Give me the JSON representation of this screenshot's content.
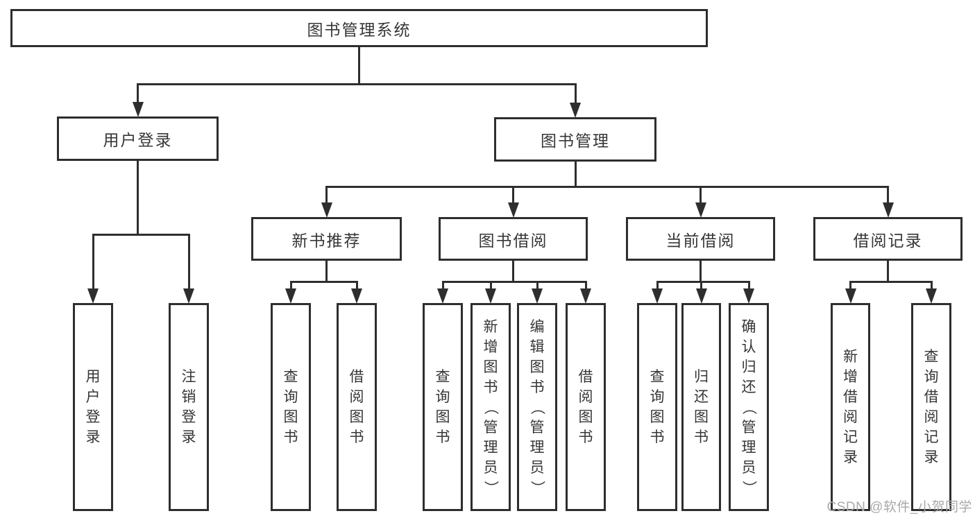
{
  "diagram_title": "图书管理系统",
  "tree": {
    "id": "library-system",
    "label": "图书管理系统",
    "children": [
      {
        "id": "user-login",
        "label": "用户登录",
        "children": [
          {
            "id": "ul-user-login",
            "label": "用户登录"
          },
          {
            "id": "ul-logout",
            "label": "注销登录"
          }
        ]
      },
      {
        "id": "book-mgmt",
        "label": "图书管理",
        "children": [
          {
            "id": "new-book-recommend",
            "label": "新书推荐",
            "children": [
              {
                "id": "nbr-query-book",
                "label": "查询图书"
              },
              {
                "id": "nbr-borrow-book",
                "label": "借阅图书"
              }
            ]
          },
          {
            "id": "book-borrow",
            "label": "图书借阅",
            "children": [
              {
                "id": "bb-query-book",
                "label": "查询图书"
              },
              {
                "id": "bb-add-book",
                "label": "新增图书（管理员）"
              },
              {
                "id": "bb-edit-book",
                "label": "编辑图书（管理员）"
              },
              {
                "id": "bb-borrow-book",
                "label": "借阅图书"
              }
            ]
          },
          {
            "id": "current-borrow",
            "label": "当前借阅",
            "children": [
              {
                "id": "cb-query-book",
                "label": "查询图书"
              },
              {
                "id": "cb-return-book",
                "label": "归还图书"
              },
              {
                "id": "cb-confirm-return",
                "label": "确认归还（管理员）"
              }
            ]
          },
          {
            "id": "borrow-records",
            "label": "借阅记录",
            "children": [
              {
                "id": "br-add-record",
                "label": "新增借阅记录"
              },
              {
                "id": "br-query-record",
                "label": "查询借阅记录"
              }
            ]
          }
        ]
      }
    ]
  },
  "watermark": {
    "text": "CSDN @软件_小贺同学"
  },
  "colors": {
    "line": "#2e2e2e",
    "text": "#363636",
    "watermark": "#a9a9a9",
    "background": "#ffffff"
  }
}
